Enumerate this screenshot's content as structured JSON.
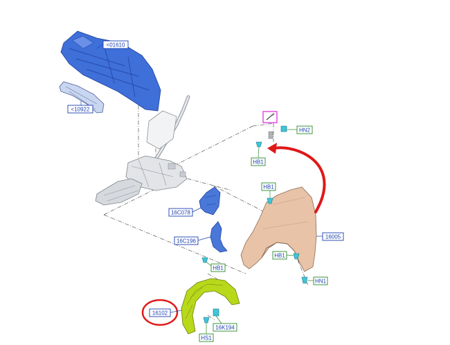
{
  "diagram": {
    "labels": {
      "dash_panel": "<01610",
      "cowl_brace": "<10922",
      "bracket_upper": "16C078",
      "bracket_lower": "16C196",
      "fender": "16005",
      "wheelhouse_liner": "16102",
      "liner_clip": "16K194",
      "hb1_top": "HB1",
      "hn2": "HN2",
      "hb1_mid": "HB1",
      "hb1_bracket": "HB1",
      "hb1_fender": "HB1",
      "hn1": "HN1",
      "hs1": "HS1"
    },
    "colors": {
      "dash_panel": "#3f6fd8",
      "fender": "#e8c3a8",
      "liner": "#b8d81a",
      "fastener": "#40c4d8",
      "label_part_border": "#1a3fb0",
      "label_fastener_border": "#2a8a2a",
      "arrow": "#e01818",
      "highlight_circle": "#e01818",
      "tool_box": "#e040e0"
    },
    "icons": {
      "tool_box": "screwdriver-icon"
    }
  }
}
